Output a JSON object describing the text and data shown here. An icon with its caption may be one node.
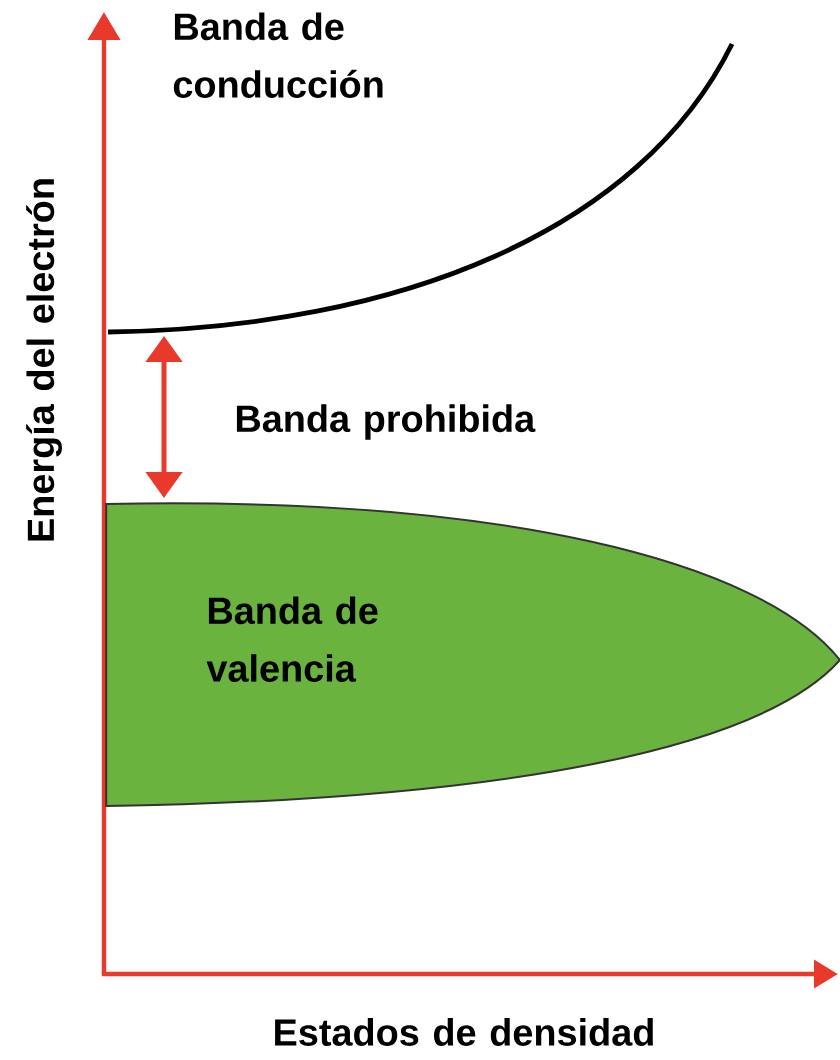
{
  "diagram": {
    "nodes": [
      {
        "text": [
          "Banda de valencia"
        ]
      }
    ],
    "labels": [
      "Banda de conducción",
      "Banda prohibida",
      "Energía del electrón",
      "Estados de densidad"
    ]
  }
}
